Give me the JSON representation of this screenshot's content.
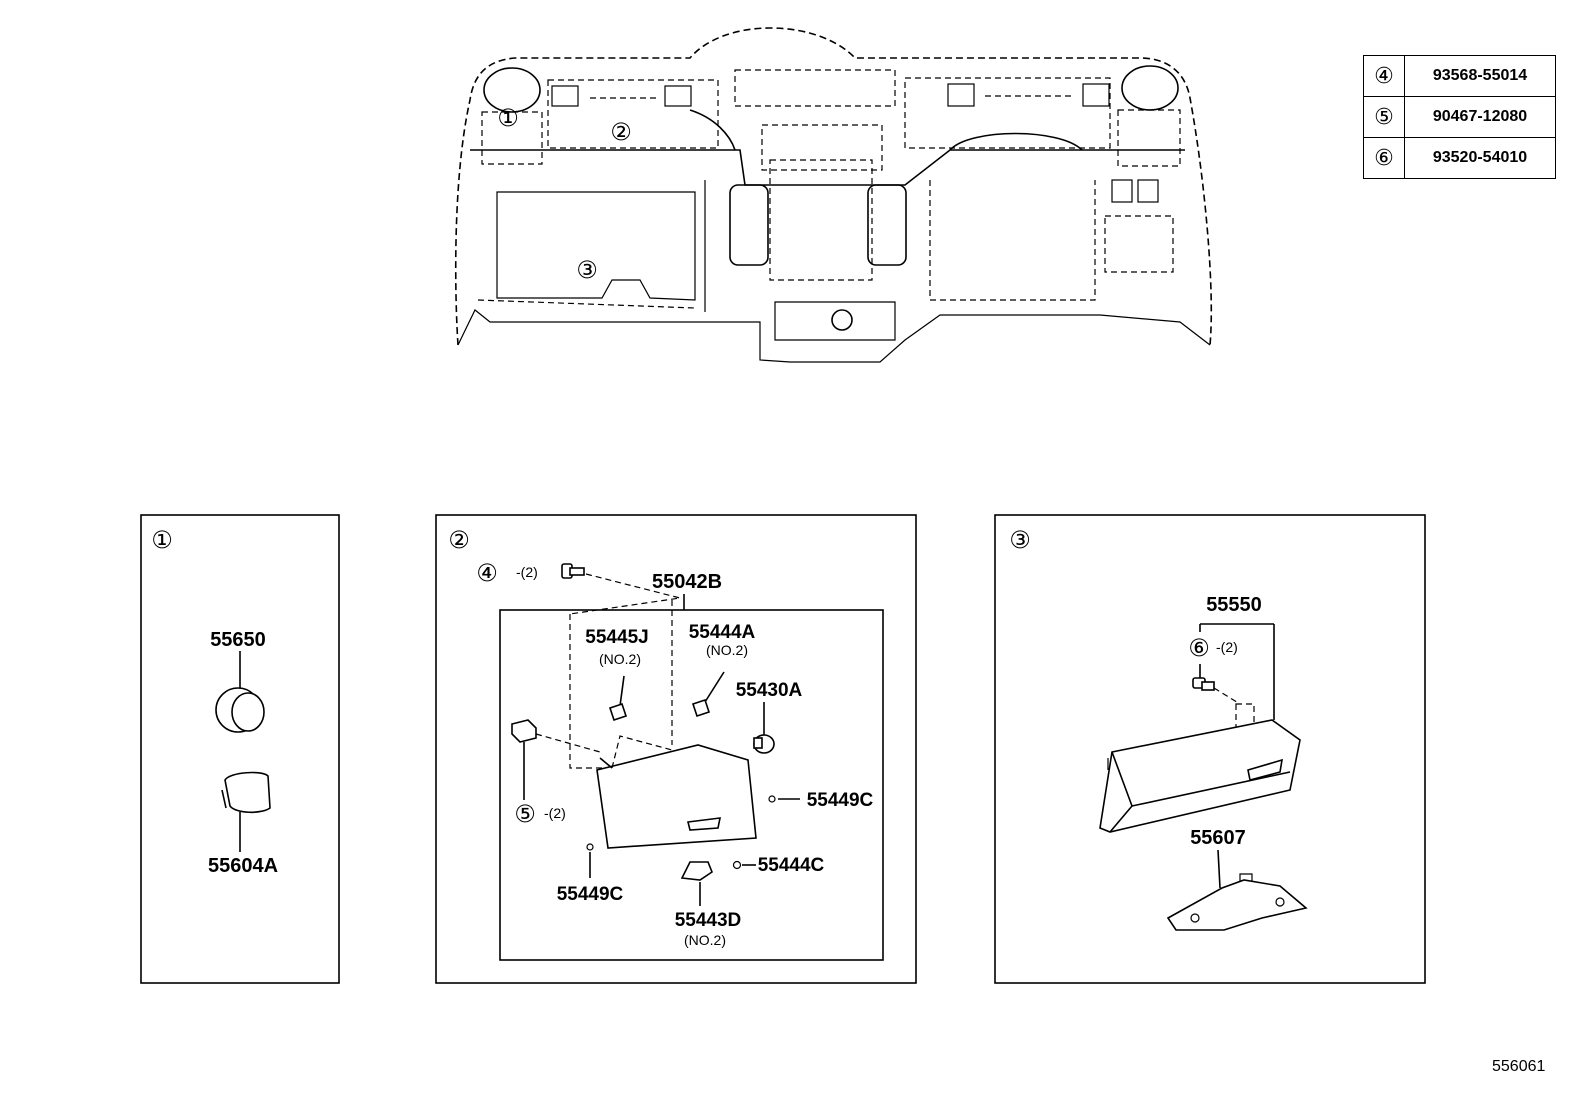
{
  "reference_table": [
    {
      "index": "④",
      "part_number": "93568-55014"
    },
    {
      "index": "⑤",
      "part_number": "90467-12080"
    },
    {
      "index": "⑥",
      "part_number": "93520-54010"
    }
  ],
  "overview": {
    "callouts": [
      "①",
      "②",
      "③"
    ]
  },
  "panel1": {
    "index": "①",
    "parts": [
      "55650",
      "55604A"
    ]
  },
  "panel2": {
    "index": "②",
    "assembly": "55042B",
    "parts": {
      "p55445J": "55445J",
      "p55445J_note": "(NO.2)",
      "p55444A": "55444A",
      "p55444A_note": "(NO.2)",
      "p55430A": "55430A",
      "p55449C_right": "55449C",
      "p55449C_left": "55449C",
      "p55444C": "55444C",
      "p55443D": "55443D",
      "p55443D_note": "(NO.2)"
    },
    "fastener_top": {
      "index": "④",
      "qty": "-(2)"
    },
    "fastener_left": {
      "index": "⑤",
      "qty": "-(2)"
    }
  },
  "panel3": {
    "index": "③",
    "assembly": "55550",
    "fastener": {
      "index": "⑥",
      "qty": "-(2)"
    },
    "parts": [
      "55607"
    ]
  },
  "diagram_code": "556061"
}
